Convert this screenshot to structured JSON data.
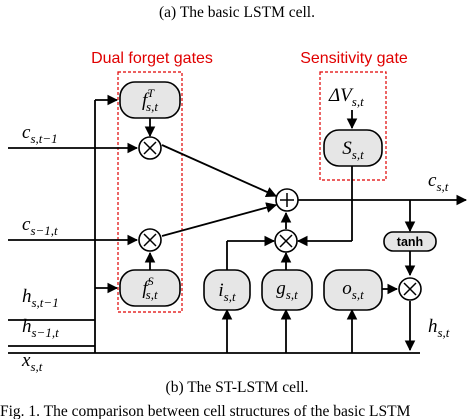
{
  "caption_top": "(a) The basic LSTM cell.",
  "caption_bottom": "(b) The ST-LSTM cell.",
  "footer": "Fig. 1. The comparison between cell structures of the basic LSTM",
  "titles": {
    "dual_forget_gates": "Dual forget gates",
    "sensitivity_gate": "Sensitivity gate"
  },
  "inputs": {
    "c_prev_time": {
      "base": "c",
      "sub": "s,t−1"
    },
    "c_prev_space": {
      "base": "c",
      "sub": "s−1,t"
    },
    "h_prev_time": {
      "base": "h",
      "sub": "s,t−1"
    },
    "h_prev_space": {
      "base": "h",
      "sub": "s−1,t"
    },
    "x": {
      "base": "x",
      "sub": "s,t"
    },
    "delta_v": {
      "base": "ΔV",
      "sub": "s,t"
    }
  },
  "gates": {
    "forget_time": {
      "base": "f",
      "sub": "s,t",
      "sup": "T"
    },
    "forget_space": {
      "base": "f",
      "sub": "s,t",
      "sup": "S"
    },
    "sensitivity": {
      "base": "S",
      "sub": "s,t"
    },
    "input": {
      "base": "i",
      "sub": "s,t"
    },
    "candidate": {
      "base": "g",
      "sub": "s,t"
    },
    "output": {
      "base": "o",
      "sub": "s,t"
    }
  },
  "activation": "tanh",
  "outputs": {
    "c": {
      "base": "c",
      "sub": "s,t"
    },
    "h": {
      "base": "h",
      "sub": "s,t"
    }
  }
}
